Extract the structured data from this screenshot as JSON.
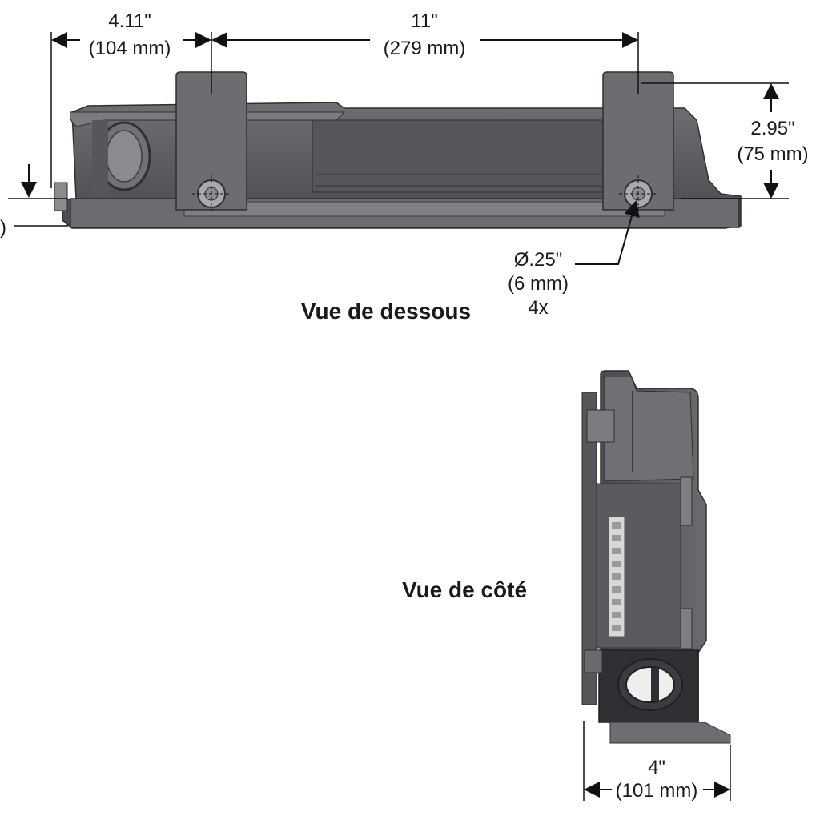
{
  "views": {
    "bottom": {
      "title": "Vue de dessous"
    },
    "side": {
      "title": "Vue de côté"
    }
  },
  "dimensions": {
    "left_offset": {
      "inches": "4.11\"",
      "mm": "(104 mm)"
    },
    "hole_spacing": {
      "inches": "11\"",
      "mm": "(279 mm)"
    },
    "height": {
      "inches": "2.95\"",
      "mm": "(75 mm)"
    },
    "hole_diameter": {
      "inches": "Ø.25\"",
      "mm": "(6 mm)",
      "count": "4x"
    },
    "depth": {
      "inches": "4\"",
      "mm": "(101 mm)"
    },
    "left_cut": ")"
  },
  "colors": {
    "body": "#5f6063",
    "body_dark": "#3c3d40",
    "body_light": "#8a8b8e",
    "terminal": "#d8d8d8"
  }
}
